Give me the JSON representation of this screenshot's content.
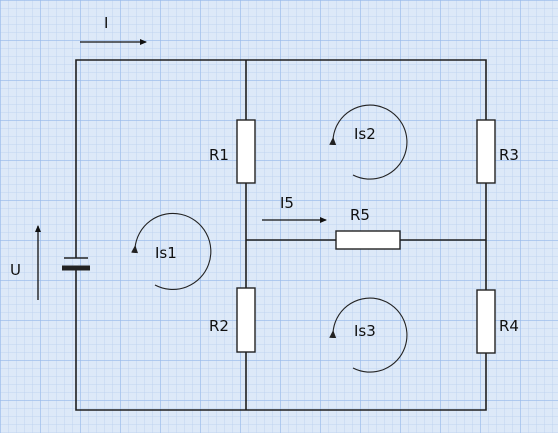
{
  "labels": {
    "current_total": "I",
    "voltage": "U",
    "current_i5": "I5",
    "r1": "R1",
    "r2": "R2",
    "r3": "R3",
    "r4": "R4",
    "r5": "R5",
    "loop1": "Is1",
    "loop2": "Is2",
    "loop3": "Is3"
  },
  "colors": {
    "background": "#dde9f8",
    "wire": "#1f1f1f"
  }
}
